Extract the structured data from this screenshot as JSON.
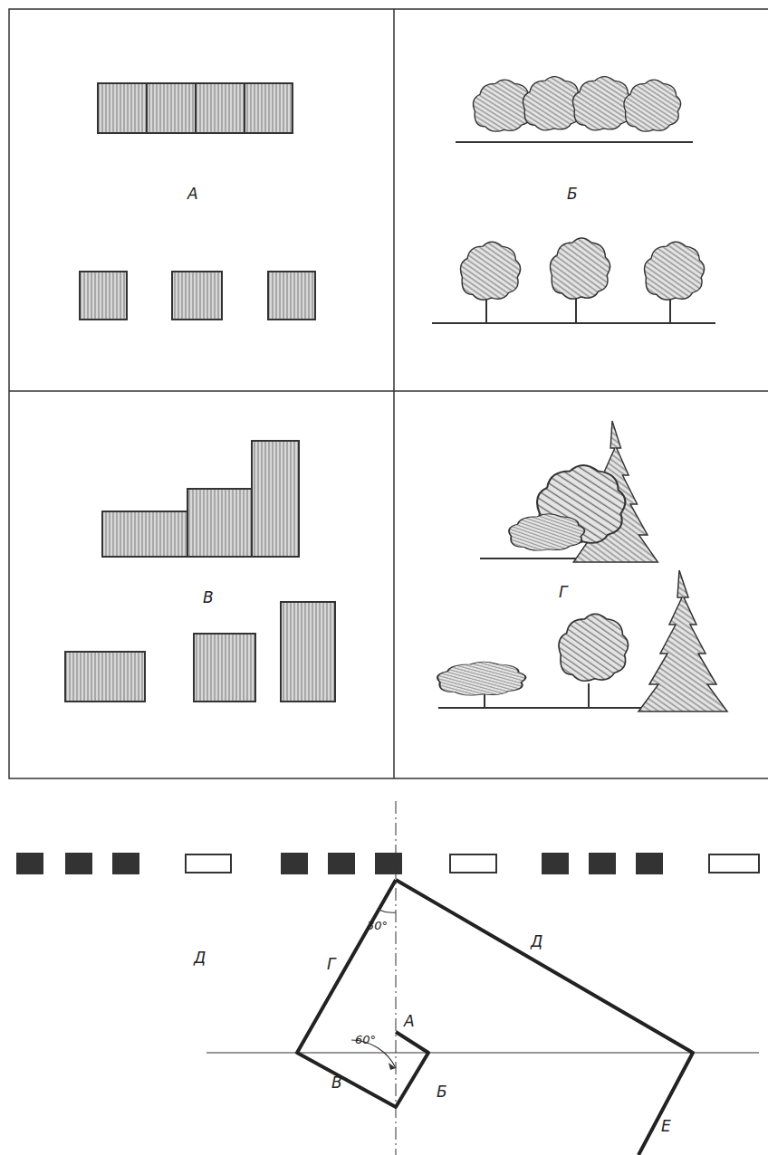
{
  "diagram": {
    "labels": [
      "А",
      "Б",
      "В",
      "Г",
      "Д",
      "Г",
      "30°",
      "Д",
      "А",
      "60°",
      "В",
      "Б",
      "Е"
    ]
  }
}
